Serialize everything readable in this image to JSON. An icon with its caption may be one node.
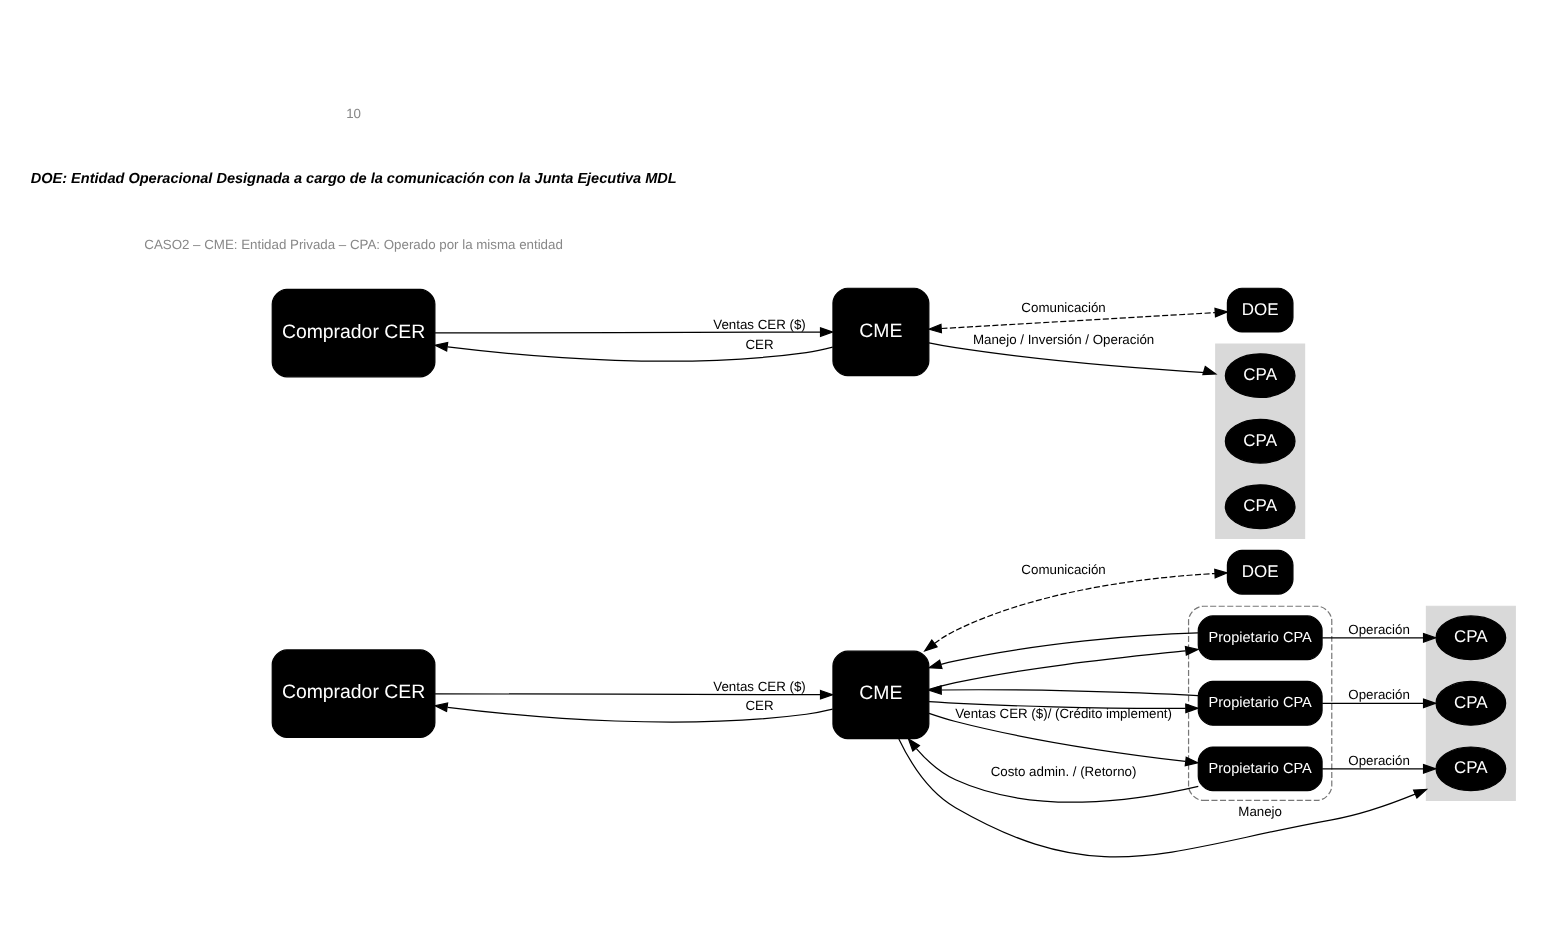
{
  "diagram": {
    "nodes": [
      {
        "text": [
          "Comprador CER"
        ]
      },
      {
        "text": [
          "CME"
        ]
      },
      {
        "text": [
          "DOE"
        ]
      },
      {
        "text": [],
        "shape": "box"
      },
      {
        "text": [
          "Propietario CPA"
        ],
        "in": 3
      },
      {
        "text": [
          "Propietario CPA"
        ],
        "in": 3
      },
      {
        "text": [
          "Propietario CPA"
        ],
        "in": 3
      },
      {
        "text": [],
        "shape": "box"
      },
      {
        "text": [
          "CPA"
        ],
        "in": 7
      },
      {
        "text": [
          "CPA"
        ],
        "in": 7
      },
      {
        "text": [
          "CPA"
        ],
        "in": 7
      },
      {
        "text": [
          "Comprador CER"
        ]
      },
      {
        "text": [
          "CME"
        ]
      },
      {
        "text": [
          "DOE"
        ]
      },
      {
        "text": [],
        "shape": "box"
      },
      {
        "text": [
          "CPA"
        ],
        "in": 14
      },
      {
        "text": [
          "CPA"
        ],
        "in": 14
      },
      {
        "text": [
          "CPA"
        ],
        "in": 14
      }
    ],
    "edges": [
      {
        "from": 0,
        "to": 1,
        "arrow": "to",
        "label": "Ventas CER ($)"
      },
      {
        "from": 1,
        "to": 0,
        "arrow": "to",
        "label": "CER"
      },
      {
        "from": 1,
        "to": 2,
        "arrow": "both",
        "label": "Comunicación",
        "style": "dashed"
      },
      {
        "from": 1,
        "to": 7,
        "arrow": "to",
        "label": "Manejo"
      },
      {
        "from": 1,
        "to": 4,
        "arrow": "to",
        "label": "Ventas CER ($)/ (Crédito implement)"
      },
      {
        "from": 4,
        "to": 1,
        "arrow": "to",
        "label": "Costo admin. / (Retorno)"
      },
      {
        "from": 1,
        "to": 5,
        "arrow": "to"
      },
      {
        "from": 5,
        "to": 1,
        "arrow": "to"
      },
      {
        "from": 1,
        "to": 6,
        "arrow": "to"
      },
      {
        "from": 6,
        "to": 1,
        "arrow": "to"
      },
      {
        "from": 4,
        "to": 8,
        "arrow": "to",
        "label": "Operación"
      },
      {
        "from": 5,
        "to": 9,
        "arrow": "to",
        "label": "Operación"
      },
      {
        "from": 6,
        "to": 10,
        "arrow": "to",
        "label": "Operación"
      },
      {
        "from": 11,
        "to": 12,
        "arrow": "to",
        "label": "Ventas CER ($)"
      },
      {
        "from": 12,
        "to": 11,
        "arrow": "to",
        "label": "CER"
      },
      {
        "from": 12,
        "to": 13,
        "arrow": "both",
        "label": "Comunicación",
        "style": "dashed"
      },
      {
        "from": 12,
        "to": 14,
        "arrow": "to",
        "label": "Manejo / Inversión / Operación"
      }
    ],
    "labels": [
      "CASO2 – CME: Entidad Privada – CPA: Operado por la misma entidad",
      "DOE: Entidad Operacional Designada a cargo de la comunicación con la Junta Ejecutiva MDL",
      "10"
    ]
  }
}
